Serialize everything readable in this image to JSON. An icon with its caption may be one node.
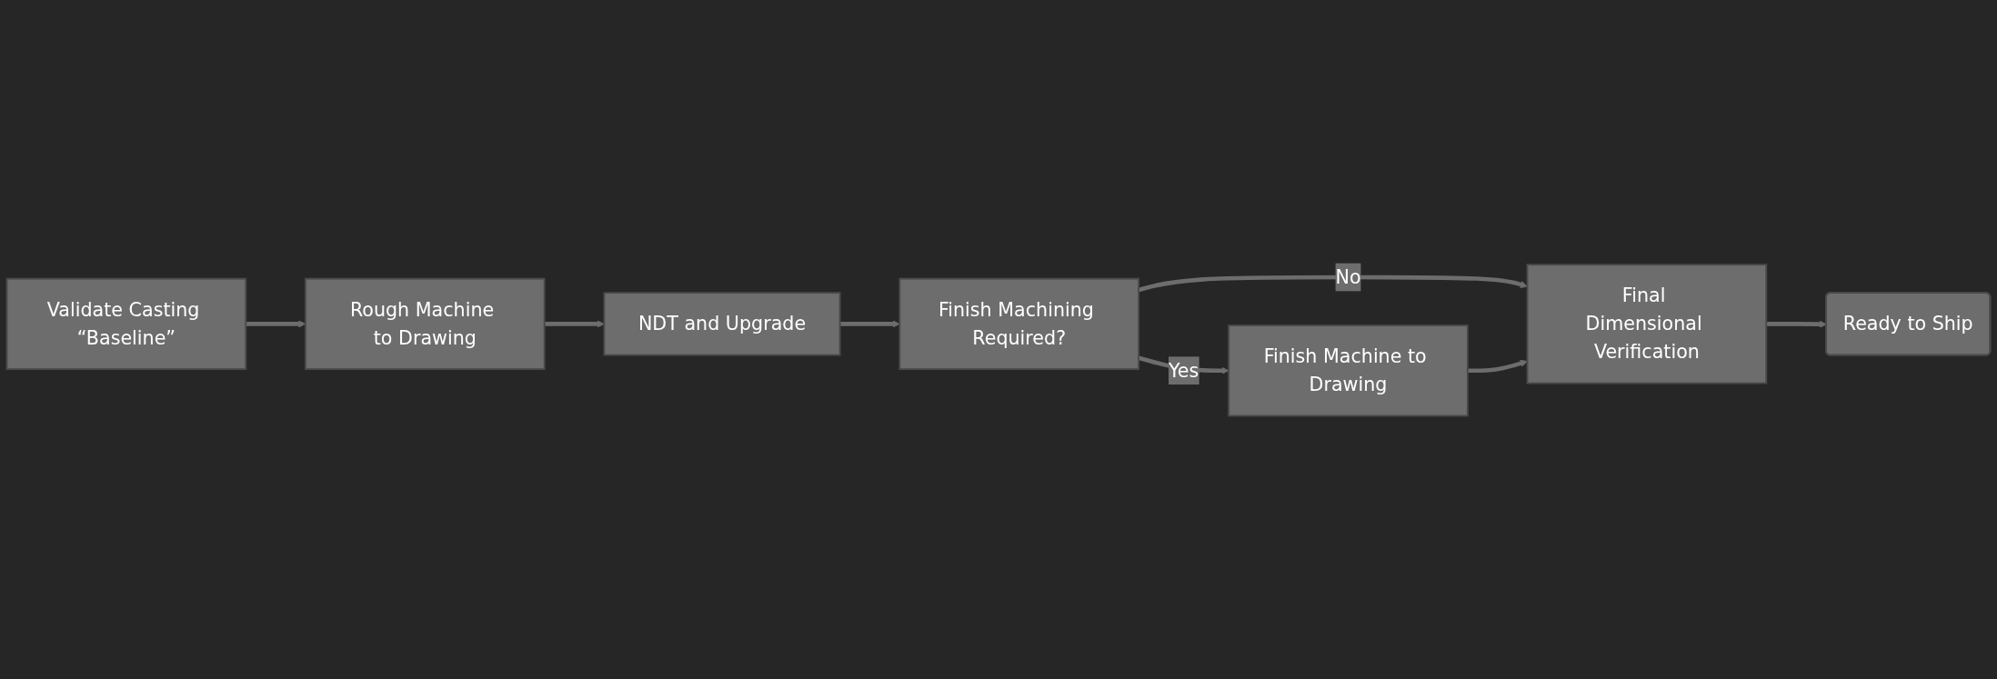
{
  "diagram": {
    "nodes": [
      {
        "text": [
          "Validate Casting “Baseline”"
        ]
      },
      {
        "text": [
          "Rough Machine to Drawing"
        ]
      },
      {
        "text": [
          "NDT and Upgrade"
        ]
      },
      {
        "text": [
          "Finish Machining Required?"
        ]
      },
      {
        "text": [
          "Finish Machine to Drawing"
        ]
      },
      {
        "text": [
          "Final Dimensional Verification"
        ]
      },
      {
        "text": [
          "Ready to Ship"
        ]
      }
    ],
    "edges": [
      {
        "from": 0,
        "to": 1,
        "arrow": "to"
      },
      {
        "from": 1,
        "to": 2,
        "arrow": "to"
      },
      {
        "from": 2,
        "to": 3,
        "arrow": "to"
      },
      {
        "from": 3,
        "to": 4,
        "arrow": "to",
        "label": "Yes"
      },
      {
        "from": 3,
        "to": 5,
        "arrow": "to",
        "label": "No"
      },
      {
        "from": 4,
        "to": 5,
        "arrow": "to"
      },
      {
        "from": 5,
        "to": 6,
        "arrow": "to"
      }
    ]
  }
}
